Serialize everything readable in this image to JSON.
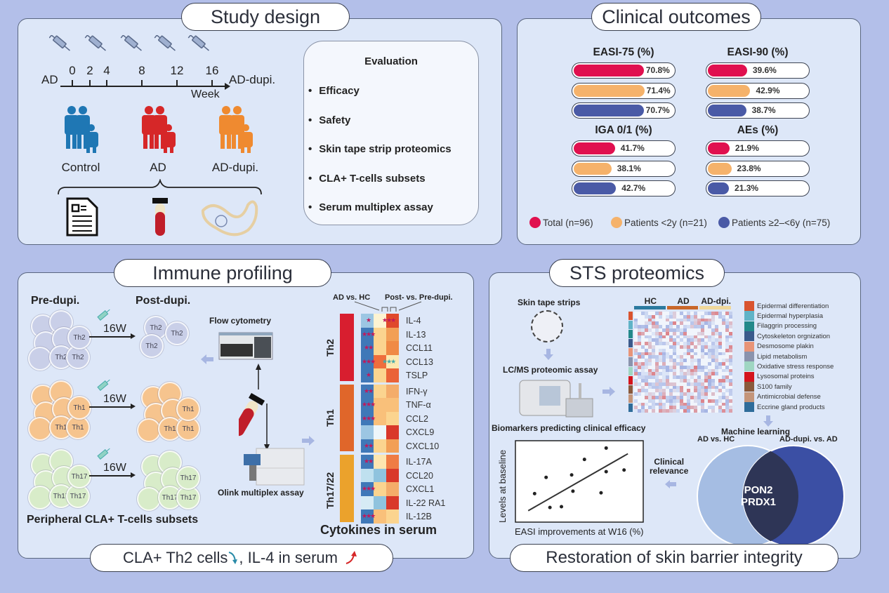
{
  "study_design": {
    "title": "Study design",
    "timeline": {
      "start_label": "AD",
      "end_label": "AD-dupi.",
      "axis_label": "Week",
      "weeks": [
        "0",
        "2",
        "4",
        "8",
        "12",
        "16"
      ]
    },
    "groups": [
      {
        "label": "Control",
        "color": "#1f77b4"
      },
      {
        "label": "AD",
        "color": "#d62728"
      },
      {
        "label": "AD-dupi.",
        "color": "#ef8a30"
      }
    ],
    "sample_icons": [
      "document-icon",
      "blood-tube-icon",
      "skin-arm-icon"
    ],
    "evaluation": {
      "title": "Evaluation",
      "items": [
        "Efficacy",
        "Safety",
        "Skin tape strip proteomics",
        "CLA+ T-cells subsets",
        "Serum multiplex assay"
      ]
    }
  },
  "clinical_outcomes": {
    "title": "Clinical outcomes",
    "colors": {
      "total": "#e0104f",
      "lt2y": "#f5b26b",
      "ge2lt6y": "#4a5aa6"
    },
    "metrics": [
      {
        "title": "EASI-75 (%)",
        "values": [
          70.8,
          71.4,
          70.7
        ],
        "labels": [
          "70.8%",
          "71.4%",
          "70.7%"
        ]
      },
      {
        "title": "EASI-90 (%)",
        "values": [
          39.6,
          42.9,
          38.7
        ],
        "labels": [
          "39.6%",
          "42.9%",
          "38.7%"
        ]
      },
      {
        "title": "IGA 0/1 (%)",
        "values": [
          41.7,
          38.1,
          42.7
        ],
        "labels": [
          "41.7%",
          "38.1%",
          "42.7%"
        ]
      },
      {
        "title": "AEs (%)",
        "values": [
          21.9,
          23.8,
          21.3
        ],
        "labels": [
          "21.9%",
          "23.8%",
          "21.3%"
        ]
      }
    ],
    "legend": [
      {
        "label": "Total (n=96)",
        "color": "#e0104f"
      },
      {
        "label": "Patients <2y (n=21)",
        "color": "#f5b26b"
      },
      {
        "label": "Patients ≥2–<6y (n=75)",
        "color": "#4a5aa6"
      }
    ]
  },
  "immune_profiling": {
    "title": "Immune profiling",
    "pre_label": "Pre-dupi.",
    "post_label": "Post-dupi.",
    "duration_label": "16W",
    "rows": [
      {
        "cell": "Th2",
        "color": "#c9cfe8"
      },
      {
        "cell": "Th1",
        "color": "#f6c48e"
      },
      {
        "cell": "Th17/22",
        "color": "#d8ecc9"
      }
    ],
    "flow_label": "Flow cytometry",
    "olink_label": "Olink multiplex assay",
    "subsets_label": "Peripheral CLA+ T-cells subsets",
    "heatmap_headers": {
      "left": "AD vs. HC",
      "right": "Post- vs. Pre-dupi."
    },
    "heatmap_title": "Cytokines in serum",
    "groups": [
      {
        "name": "Th2",
        "color": "#d81e2f",
        "cytokines": [
          "IL-4",
          "IL-13",
          "CCL11",
          "CCL13",
          "TSLP"
        ]
      },
      {
        "name": "Th1",
        "color": "#e0662a",
        "cytokines": [
          "IFN-γ",
          "TNF-α",
          "CCL2",
          "CXCL9",
          "CXCL10"
        ]
      },
      {
        "name": "Th17/22",
        "color": "#eba22c",
        "cytokines": [
          "IL-17A",
          "CCL20",
          "CXCL1",
          "IL-22 RA1",
          "IL-12B"
        ]
      }
    ],
    "heatmap_cells": [
      [
        "#9cc6e3",
        "#fdf3d2",
        "#e0482c"
      ],
      [
        "#3f78b8",
        "#fbd48f",
        "#f29f56"
      ],
      [
        "#3f78b8",
        "#fbd48f",
        "#f08a45"
      ],
      [
        "#3f78b8",
        "#ef6e3c",
        "#fce8b0"
      ],
      [
        "#3f78b8",
        "#fbd48f",
        "#ea6238"
      ],
      [
        "#3f78b8",
        "#fbd48f",
        "#f4ac6a"
      ],
      [
        "#3f78b8",
        "#f9c07a",
        "#f9c07a"
      ],
      [
        "#3f78b8",
        "#f9c07a",
        "#fbd48f"
      ],
      [
        "#9cc6e3",
        "#edf6fa",
        "#d9382a"
      ],
      [
        "#3f78b8",
        "#fbd48f",
        "#f29f56"
      ],
      [
        "#3f78b8",
        "#fde6b0",
        "#ef7c44"
      ],
      [
        "#bfe0ef",
        "#8fc3de",
        "#d9382a"
      ],
      [
        "#3f78b8",
        "#fbd48f",
        "#f4ac6a"
      ],
      [
        "#d6ebf5",
        "#8fc3de",
        "#d9382a"
      ],
      [
        "#3f78b8",
        "#f9c07a",
        "#fbd48f"
      ]
    ],
    "stars_left": [
      "★",
      "★★★",
      "★★",
      "★★★",
      "★",
      "★★",
      "★★★",
      "★★★",
      "",
      "★★",
      "★★",
      "",
      "★★★",
      "",
      "★★★"
    ],
    "stars_right": [
      "★★★",
      "",
      "",
      "★★★",
      "",
      "",
      "",
      "",
      "",
      "",
      "",
      "",
      "",
      "",
      ""
    ],
    "conclusion": "CLA+ Th2 cells",
    "conclusion_mid": ", IL-4 in serum",
    "down_color": "#2a8ba8",
    "up_color": "#d62728"
  },
  "sts_proteomics": {
    "title": "STS proteomics",
    "tape_label": "Skin tape strips",
    "lcms_label": "LC/MS proteomic assay",
    "heatmap_groups": [
      {
        "label": "HC",
        "color": "#2b7a9f"
      },
      {
        "label": "AD",
        "color": "#c8672a"
      },
      {
        "label": "AD-dpi.",
        "color": "#f0d89a"
      }
    ],
    "categories": [
      {
        "label": "Epidermal differentiation",
        "color": "#d9542f"
      },
      {
        "label": "Epidermal hyperplasia",
        "color": "#5fb3c7"
      },
      {
        "label": "Filaggrin processing",
        "color": "#23898a"
      },
      {
        "label": "Cytoskeleton orgnization",
        "color": "#3a5a8c"
      },
      {
        "label": "Desmosome plakin",
        "color": "#e89478"
      },
      {
        "label": "Lipid metabolism",
        "color": "#8a93ad"
      },
      {
        "label": "Oxidative stress response",
        "color": "#9fd6c2"
      },
      {
        "label": "Lysosomal proteins",
        "color": "#d4141c"
      },
      {
        "label": "S100 family",
        "color": "#8a5a3c"
      },
      {
        "label": "Antimicrobial defense",
        "color": "#c4957a"
      },
      {
        "label": "Eccrine gland products",
        "color": "#2f6c9a"
      }
    ],
    "biomarker_title": "Biomarkers predicting clinical efficacy",
    "scatter": {
      "xlabel": "EASI improvements at W16 (%)",
      "ylabel": "Levels at baseline",
      "points": [
        [
          0.15,
          0.35
        ],
        [
          0.27,
          0.18
        ],
        [
          0.24,
          0.55
        ],
        [
          0.36,
          0.19
        ],
        [
          0.45,
          0.38
        ],
        [
          0.44,
          0.58
        ],
        [
          0.54,
          0.77
        ],
        [
          0.67,
          0.36
        ],
        [
          0.71,
          0.91
        ],
        [
          0.71,
          0.62
        ],
        [
          0.85,
          0.64
        ]
      ]
    },
    "clinical_relevance": "Clinical\nrelevance",
    "ml_label": "Machine learning",
    "venn_left": "AD vs. HC",
    "venn_right": "AD-dupi. vs. AD",
    "venn_center": [
      "PON2",
      "PRDX1"
    ],
    "conclusion": "Restoration of skin barrier integrity"
  }
}
